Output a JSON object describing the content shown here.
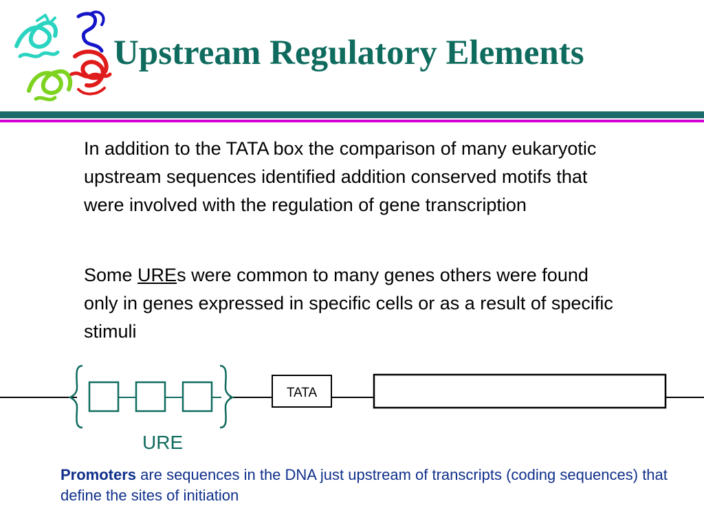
{
  "slide": {
    "title": "Upstream Regulatory Elements",
    "paragraph_1": "In addition to the TATA box the comparison of many eukaryotic upstream sequences identified addition conserved motifs that were involved with the regulation of gene transcription",
    "paragraph_2": {
      "prefix": "Some ",
      "abbr": "URE",
      "rest": "s were common to many genes others were found only in genes expressed in specific cells or as a result of specific stimuli"
    },
    "diagram": {
      "tata_label": "TATA",
      "ure_label": "URE"
    },
    "footer": {
      "bold": "Promoters",
      "text": " are sequences in the DNA just upstream of transcripts (coding sequences) that define the sites of initiation"
    }
  },
  "colors": {
    "title": "#0f6b5e",
    "rule_teal": "#1a6b6a",
    "rule_magenta": "#d400d4",
    "ure_boxes": "#0f6b5e",
    "footer_text": "#0f2f8a"
  },
  "icons": {
    "logo": "protein-ribbon-structure-icon"
  }
}
